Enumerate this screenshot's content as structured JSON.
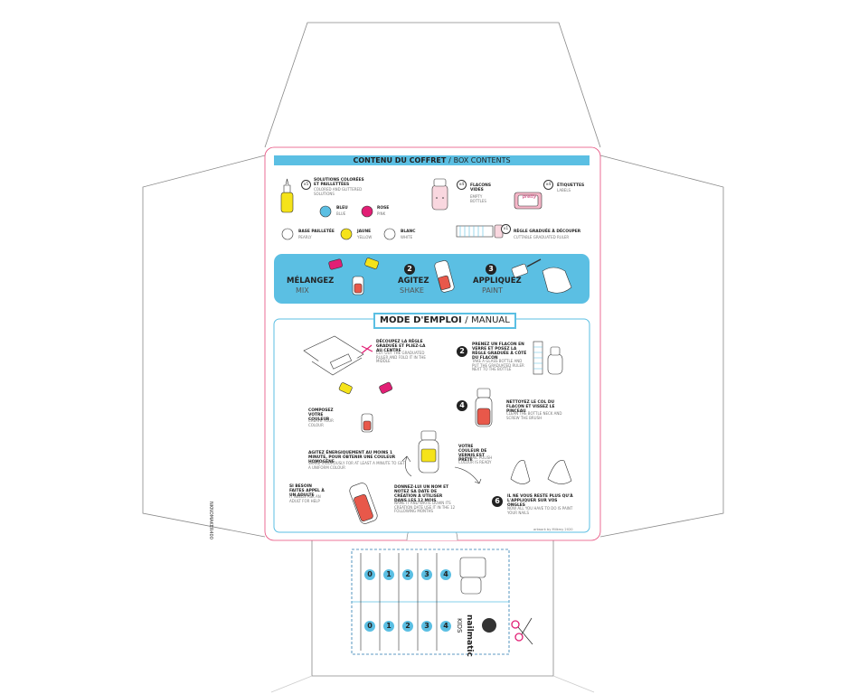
{
  "box_contents": {
    "title_fr": "CONTENU DU COFFRET",
    "title_en": "BOX CONTENTS",
    "solutions": {
      "qty": "x5",
      "fr": "SOLUTIONS COLORÉES ET PAILLETTÉES",
      "en": "COLORED AND GLITTERED SOLUTIONS"
    },
    "bottles": {
      "qty": "x4",
      "fr": "FLACONS VIDES",
      "en": "EMPTY BOTTLES"
    },
    "labels": {
      "qty": "x4",
      "fr": "ÉTIQUETTES",
      "en": "LABELS",
      "sticker_text": "pretty"
    },
    "ruler": {
      "qty": "x1",
      "fr": "RÈGLE GRADUÉE À DÉCOUPER",
      "en": "CUTTABLE GRADUATED RULER"
    },
    "colors": [
      {
        "fr": "BLEU",
        "en": "BLUE",
        "hex": "#5bbfe3"
      },
      {
        "fr": "ROSE",
        "en": "PINK",
        "hex": "#e21f75"
      },
      {
        "fr": "BASE PAILLETÉE",
        "en": "PEARLY",
        "hex": "#ffffff"
      },
      {
        "fr": "JAUNE",
        "en": "YELLOW",
        "hex": "#f5e31a"
      },
      {
        "fr": "BLANC",
        "en": "WHITE",
        "hex": "#ffffff"
      }
    ]
  },
  "steps_band": [
    {
      "num": "",
      "fr": "MÉLANGEZ",
      "en": "MIX"
    },
    {
      "num": "2",
      "fr": "AGITEZ",
      "en": "SHAKE"
    },
    {
      "num": "3",
      "fr": "APPLIQUEZ",
      "en": "PAINT"
    }
  ],
  "manual": {
    "title_fr": "MODE D'EMPLOI",
    "title_en": "MANUAL",
    "step1": {
      "fr": "DÉCOUPEZ LA RÈGLE GRADUÉE ET PLIEZ-LA AU CENTRE",
      "en": "CUT OUT THE GRADUATED RULER AND FOLD IT IN THE MIDDLE"
    },
    "step2": {
      "num": "2",
      "fr": "PRENEZ UN FLACON EN VERRE ET POSEZ LA RÈGLE GRADUÉE À CÔTÉ DU FLACON",
      "en": "TAKE A GLASS BOTTLE AND PUT THE GRADUATED RULER NEXT TO THE BOTTLE"
    },
    "compose": {
      "fr": "COMPOSEZ VOTRE COULEUR",
      "en": "CREATE YOUR COLOUR"
    },
    "step4": {
      "num": "4",
      "fr": "NETTOYEZ LE COL DU FLACON ET VISSEZ LE PINCEAU",
      "en": "CLEAN THE BOTTLE NECK AND SCREW THE BRUSH"
    },
    "shake": {
      "fr": "AGITEZ ÉNERGIQUEMENT AU MOINS 1 MINUTE, POUR OBTENIR UNE COULEUR HOMOGÈNE",
      "en": "SHAKE VIGOROUSLY FOR AT LEAST A MINUTE TO GET A UNIFORM COLOUR"
    },
    "ready": {
      "fr": "VOTRE COULEUR DE VERNIS EST PRÊTE",
      "en": "YOUR NAIL POLISH COLOUR IS READY"
    },
    "help": {
      "fr": "SI BESOIN FAITES APPEL À UN ADULTE",
      "en": "IT NEEDS ASK AN ADULT FOR HELP"
    },
    "name": {
      "fr": "DONNEZ-LUI UN NOM ET NOTEZ SA DATE DE CRÉATION À UTILISER DANS LES 12 MOIS",
      "en": "NAME IT AND WRITE DOWN ITS CREATION DATE USE IT IN THE 12 FOLLOWING MONTHS"
    },
    "step6": {
      "num": "6",
      "fr": "IL NE VOUS RESTE PLUS QU'À L'APPLIQUER SUR VOS ONGLES",
      "en": "NOW ALL YOU HAVE TO DO IS PAINT YOUR NAILS"
    },
    "credit": "artwork by Milkmy 2020"
  },
  "side_code": "NKNOMAKER400",
  "ruler_cut": {
    "numbers": [
      "0",
      "1",
      "2",
      "3",
      "4"
    ],
    "brand": "nailmatic",
    "brand_sub": "KIDS"
  }
}
